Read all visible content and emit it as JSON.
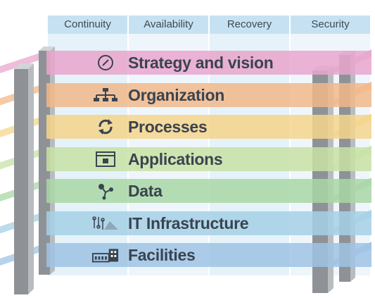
{
  "columns": [
    {
      "label": "Continuity"
    },
    {
      "label": "Availability"
    },
    {
      "label": "Recovery"
    },
    {
      "label": "Security"
    }
  ],
  "layers": [
    {
      "label": "Strategy and vision",
      "icon": "compass-icon",
      "color": "#e9a6cc"
    },
    {
      "label": "Organization",
      "icon": "org-chart-icon",
      "color": "#f1b889"
    },
    {
      "label": "Processes",
      "icon": "refresh-cycle-icon",
      "color": "#f5d58b"
    },
    {
      "label": "Applications",
      "icon": "application-window-icon",
      "color": "#c8e2a4"
    },
    {
      "label": "Data",
      "icon": "data-nodes-icon",
      "color": "#a9d7a6"
    },
    {
      "label": "IT Infrastructure",
      "icon": "circuit-cloud-icon",
      "color": "#a6d0e6"
    },
    {
      "label": "Facilities",
      "icon": "building-icon",
      "color": "#9fc3e4"
    }
  ],
  "colors": {
    "column_header": "#c6e2f2",
    "label_text": "#3a4450",
    "pillar_front": "#8e9296",
    "pillar_side": "#b8bcbf",
    "icon": "#3a4450"
  }
}
